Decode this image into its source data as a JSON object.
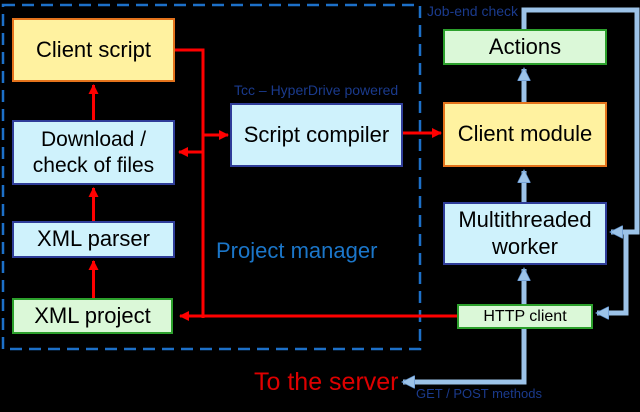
{
  "diagram": {
    "nodes": [
      {
        "id": "client-script",
        "label": "Client script",
        "fill": "#FFF2A0",
        "border": "#E4731C"
      },
      {
        "id": "download-check",
        "label": "Download / check of files",
        "fill": "#CFF2FC",
        "border": "#2F3D99"
      },
      {
        "id": "xml-parser",
        "label": "XML parser",
        "fill": "#CFF2FC",
        "border": "#2F3D99"
      },
      {
        "id": "xml-project",
        "label": "XML project",
        "fill": "#DBF8D8",
        "border": "#2CA02C"
      },
      {
        "id": "script-compiler",
        "label": "Script compiler",
        "fill": "#CFF2FC",
        "border": "#2F3D99"
      },
      {
        "id": "actions",
        "label": "Actions",
        "fill": "#DBF8D8",
        "border": "#2CA02C"
      },
      {
        "id": "client-module",
        "label": "Client module",
        "fill": "#FFF2A0",
        "border": "#E4731C"
      },
      {
        "id": "multithreaded-worker",
        "label": "Multithreaded worker",
        "fill": "#CFF2FC",
        "border": "#2F3D99"
      },
      {
        "id": "http-client",
        "label": "HTTP client",
        "fill": "#DBF8D8",
        "border": "#2CA02C"
      }
    ],
    "labels": {
      "job_end_check": "Job-end check",
      "tcc": "Tcc – HyperDrive powered",
      "project_manager": "Project manager",
      "to_the_server": "To the server",
      "get_post": "GET / POST methods"
    },
    "edges": [
      {
        "from": "client-script",
        "to": "script-compiler",
        "color": "red"
      },
      {
        "from": "script-compiler",
        "to": "client-module",
        "color": "red"
      },
      {
        "from": "http-client",
        "to": "xml-project",
        "color": "red"
      },
      {
        "from": "http-client",
        "to": "download-check",
        "color": "red"
      },
      {
        "from": "xml-project",
        "to": "xml-parser",
        "color": "red"
      },
      {
        "from": "xml-parser",
        "to": "download-check",
        "color": "red"
      },
      {
        "from": "download-check",
        "to": "client-script",
        "color": "red"
      },
      {
        "from": "client-module",
        "to": "actions",
        "color": "blue"
      },
      {
        "from": "multithreaded-worker",
        "to": "client-module",
        "color": "blue"
      },
      {
        "from": "http-client",
        "to": "multithreaded-worker",
        "color": "blue"
      },
      {
        "from": "actions",
        "to": "multithreaded-worker",
        "color": "blue",
        "label": "Job-end check"
      },
      {
        "from": "actions",
        "to": "http-client",
        "color": "blue"
      },
      {
        "from": "http-client",
        "to": "to-the-server",
        "color": "blue",
        "label": "GET / POST methods"
      }
    ],
    "colors": {
      "background": "#000000",
      "red_arrow": "#FF0000",
      "blue_arrow": "#9CC3E8",
      "dashed_border": "#1D70C8",
      "navy_label": "#1A3A8C",
      "bright_blue_label": "#1B76C9",
      "server_label_red": "#DE0000",
      "yellow_fill": "#FFF2A0",
      "cyan_fill": "#CFF2FC",
      "green_fill": "#DBF8D8"
    }
  }
}
